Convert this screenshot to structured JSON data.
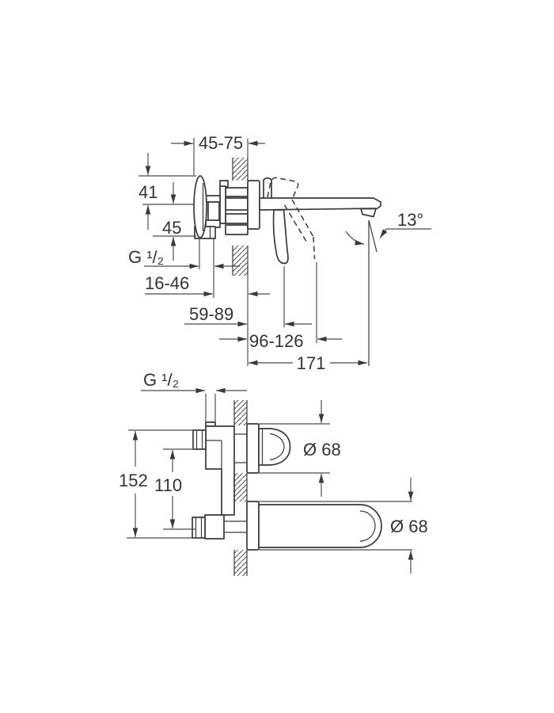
{
  "colors": {
    "background": "#ffffff",
    "line": "#3a3a3a"
  },
  "side_view": {
    "depth_range": "45-75",
    "upper_height": "41",
    "lower_height": "45",
    "thread": "G ¹/₂",
    "union_to_wall_range": "16-46",
    "wall_to_lever_closed": "59-89",
    "wall_to_lever_open": "96-126",
    "spout_reach": "171",
    "stream_angle": "13°"
  },
  "plan_view": {
    "thread": "G ¹/₂",
    "overall_height": "152",
    "port_spacing": "110",
    "upper_escutcheon_dia": "Ø 68",
    "lower_escutcheon_dia": "Ø 68"
  }
}
